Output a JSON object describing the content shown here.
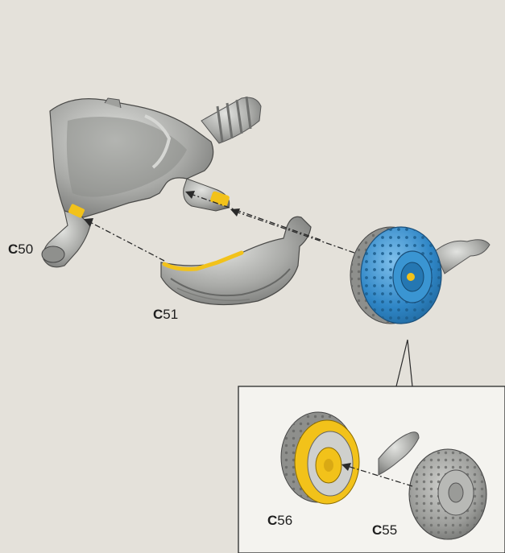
{
  "parts": {
    "c50": {
      "prefix": "C",
      "number": "50"
    },
    "c51": {
      "prefix": "C",
      "number": "51"
    },
    "c56": {
      "prefix": "C",
      "number": "56"
    },
    "c55": {
      "prefix": "C",
      "number": "55"
    }
  },
  "colors": {
    "background": "#e9e6df",
    "plastic_grey": "#a9aaa7",
    "cement_yellow": "#f2c21a",
    "highlight_blue": "#2f86c6",
    "inset_background": "#f4f3ef",
    "guide_line": "#2a2a2a"
  }
}
